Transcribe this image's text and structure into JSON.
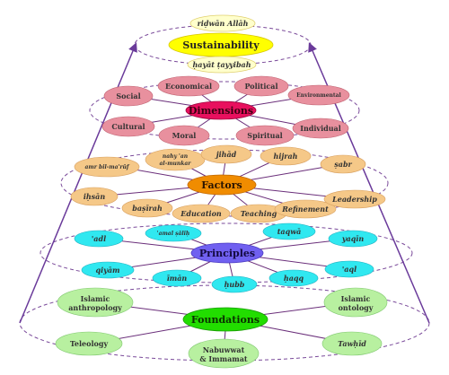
{
  "pinnacle": {
    "top_label": "riḍwān Allāh",
    "title": "Sustainability",
    "bottom_label": "ḥayāt ṭayyibah"
  },
  "dimensions": {
    "hub": "Dimensions",
    "items": [
      "Social",
      "Economical",
      "Political",
      "Environmental",
      "Cultural",
      "Moral",
      "Spiritual",
      "Individual"
    ]
  },
  "factors": {
    "hub": "Factors",
    "items": [
      "amr bil-ma'rūf",
      "nahy 'an al-munkar",
      "jihād",
      "hijrah",
      "ṣabr",
      "iḥsān",
      "baṣīrah",
      "Education",
      "Teaching",
      "Refinement",
      "Leadership"
    ]
  },
  "principles": {
    "hub": "Principles",
    "items": [
      "'adl",
      "'amal ṣāliḥ",
      "taqwā",
      "yaqīn",
      "qiyām",
      "īmān",
      "ḥubb",
      "ḥaqq",
      "'aql"
    ]
  },
  "foundations": {
    "hub": "Foundations",
    "items": [
      "Islamic anthropology",
      "Islamic ontology",
      "Teleology",
      "Nabuwwat & Immamat",
      "Tawḥīd"
    ]
  },
  "colors": {
    "pinnacle_fill": "#ffff00",
    "pinnacle_label_fill": "#ffffcc",
    "dimensions_hub": "#e8105e",
    "dimensions_node": "#e8909e",
    "factors_hub": "#f08c00",
    "factors_node": "#f5c888",
    "principles_hub": "#7060f0",
    "principles_node": "#30e8f0",
    "foundations_hub": "#22dd00",
    "foundations_node": "#b8f0a0",
    "spoke": "#6a2e7a",
    "frame": "#6a3a9a"
  }
}
